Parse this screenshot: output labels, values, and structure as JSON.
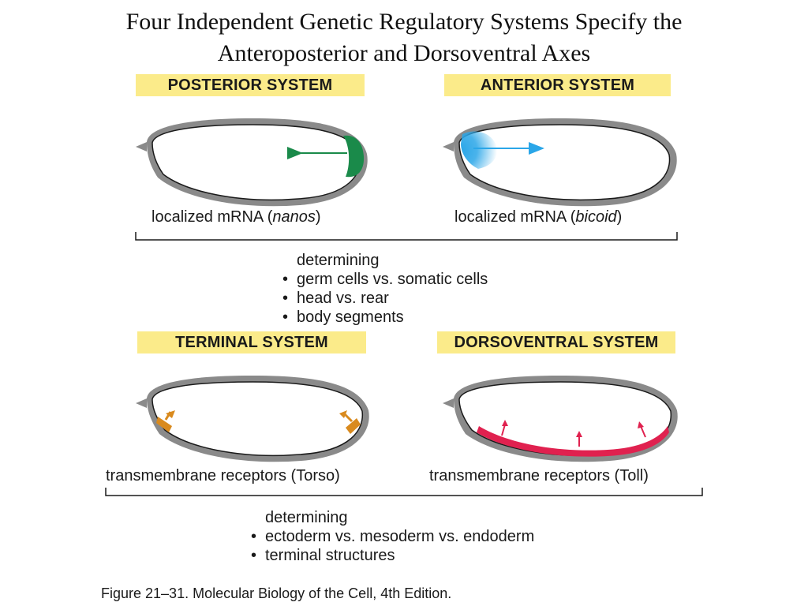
{
  "title": {
    "line1": "Four Independent Genetic Regulatory Systems Specify the",
    "line2": "Anteroposterior and Dorsoventral Axes"
  },
  "top_row": {
    "posterior": {
      "label": "POSTERIOR SYSTEM",
      "caption_prefix": "localized mRNA (",
      "caption_gene": "nanos",
      "caption_suffix": ")",
      "color": "#1a8a4a"
    },
    "anterior": {
      "label": "ANTERIOR SYSTEM",
      "caption_prefix": "localized mRNA (",
      "caption_gene": "bicoid",
      "caption_suffix": ")",
      "color": "#2aa6e8"
    },
    "determining": {
      "heading": "determining",
      "items": [
        "germ cells vs. somatic cells",
        "head vs. rear",
        "body segments"
      ]
    }
  },
  "bottom_row": {
    "terminal": {
      "label": "TERMINAL SYSTEM",
      "caption": "transmembrane receptors (Torso)",
      "color": "#d98a1e"
    },
    "dorsoventral": {
      "label": "DORSOVENTRAL SYSTEM",
      "caption": "transmembrane receptors (Toll)",
      "color": "#e0214f"
    },
    "determining": {
      "heading": "determining",
      "items": [
        "ectoderm vs. mesoderm vs. endoderm",
        "terminal structures"
      ]
    }
  },
  "figure_caption": "Figure 21–31. Molecular Biology of the Cell, 4th Edition."
}
